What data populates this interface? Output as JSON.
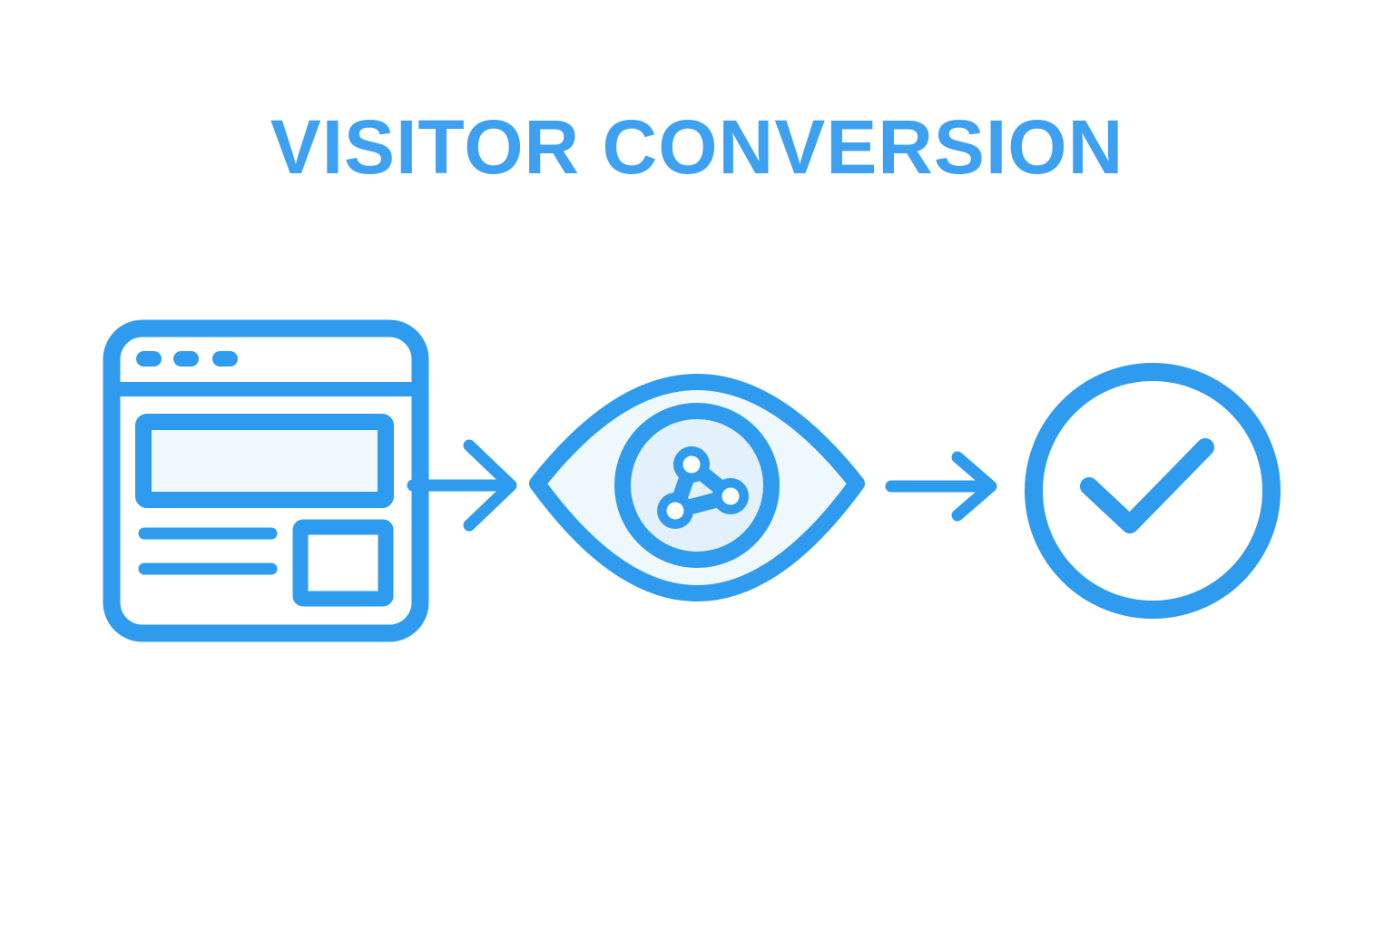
{
  "title": "VISITOR CONVERSION",
  "colors": {
    "accent": "#2F9BEE",
    "title": "#3EA0F0",
    "light_fill": "#EFF8FD",
    "iris_fill": "#E2F1FB",
    "background": "#FFFFFF"
  },
  "diagram": {
    "steps": [
      {
        "name": "website-visitor",
        "icon": "browser-window-icon"
      },
      {
        "name": "visitor-observation",
        "icon": "eye-share-icon"
      },
      {
        "name": "conversion-success",
        "icon": "check-circle-icon"
      }
    ],
    "connectors": [
      {
        "icon": "arrow-right-icon"
      },
      {
        "icon": "arrow-right-icon"
      }
    ]
  }
}
